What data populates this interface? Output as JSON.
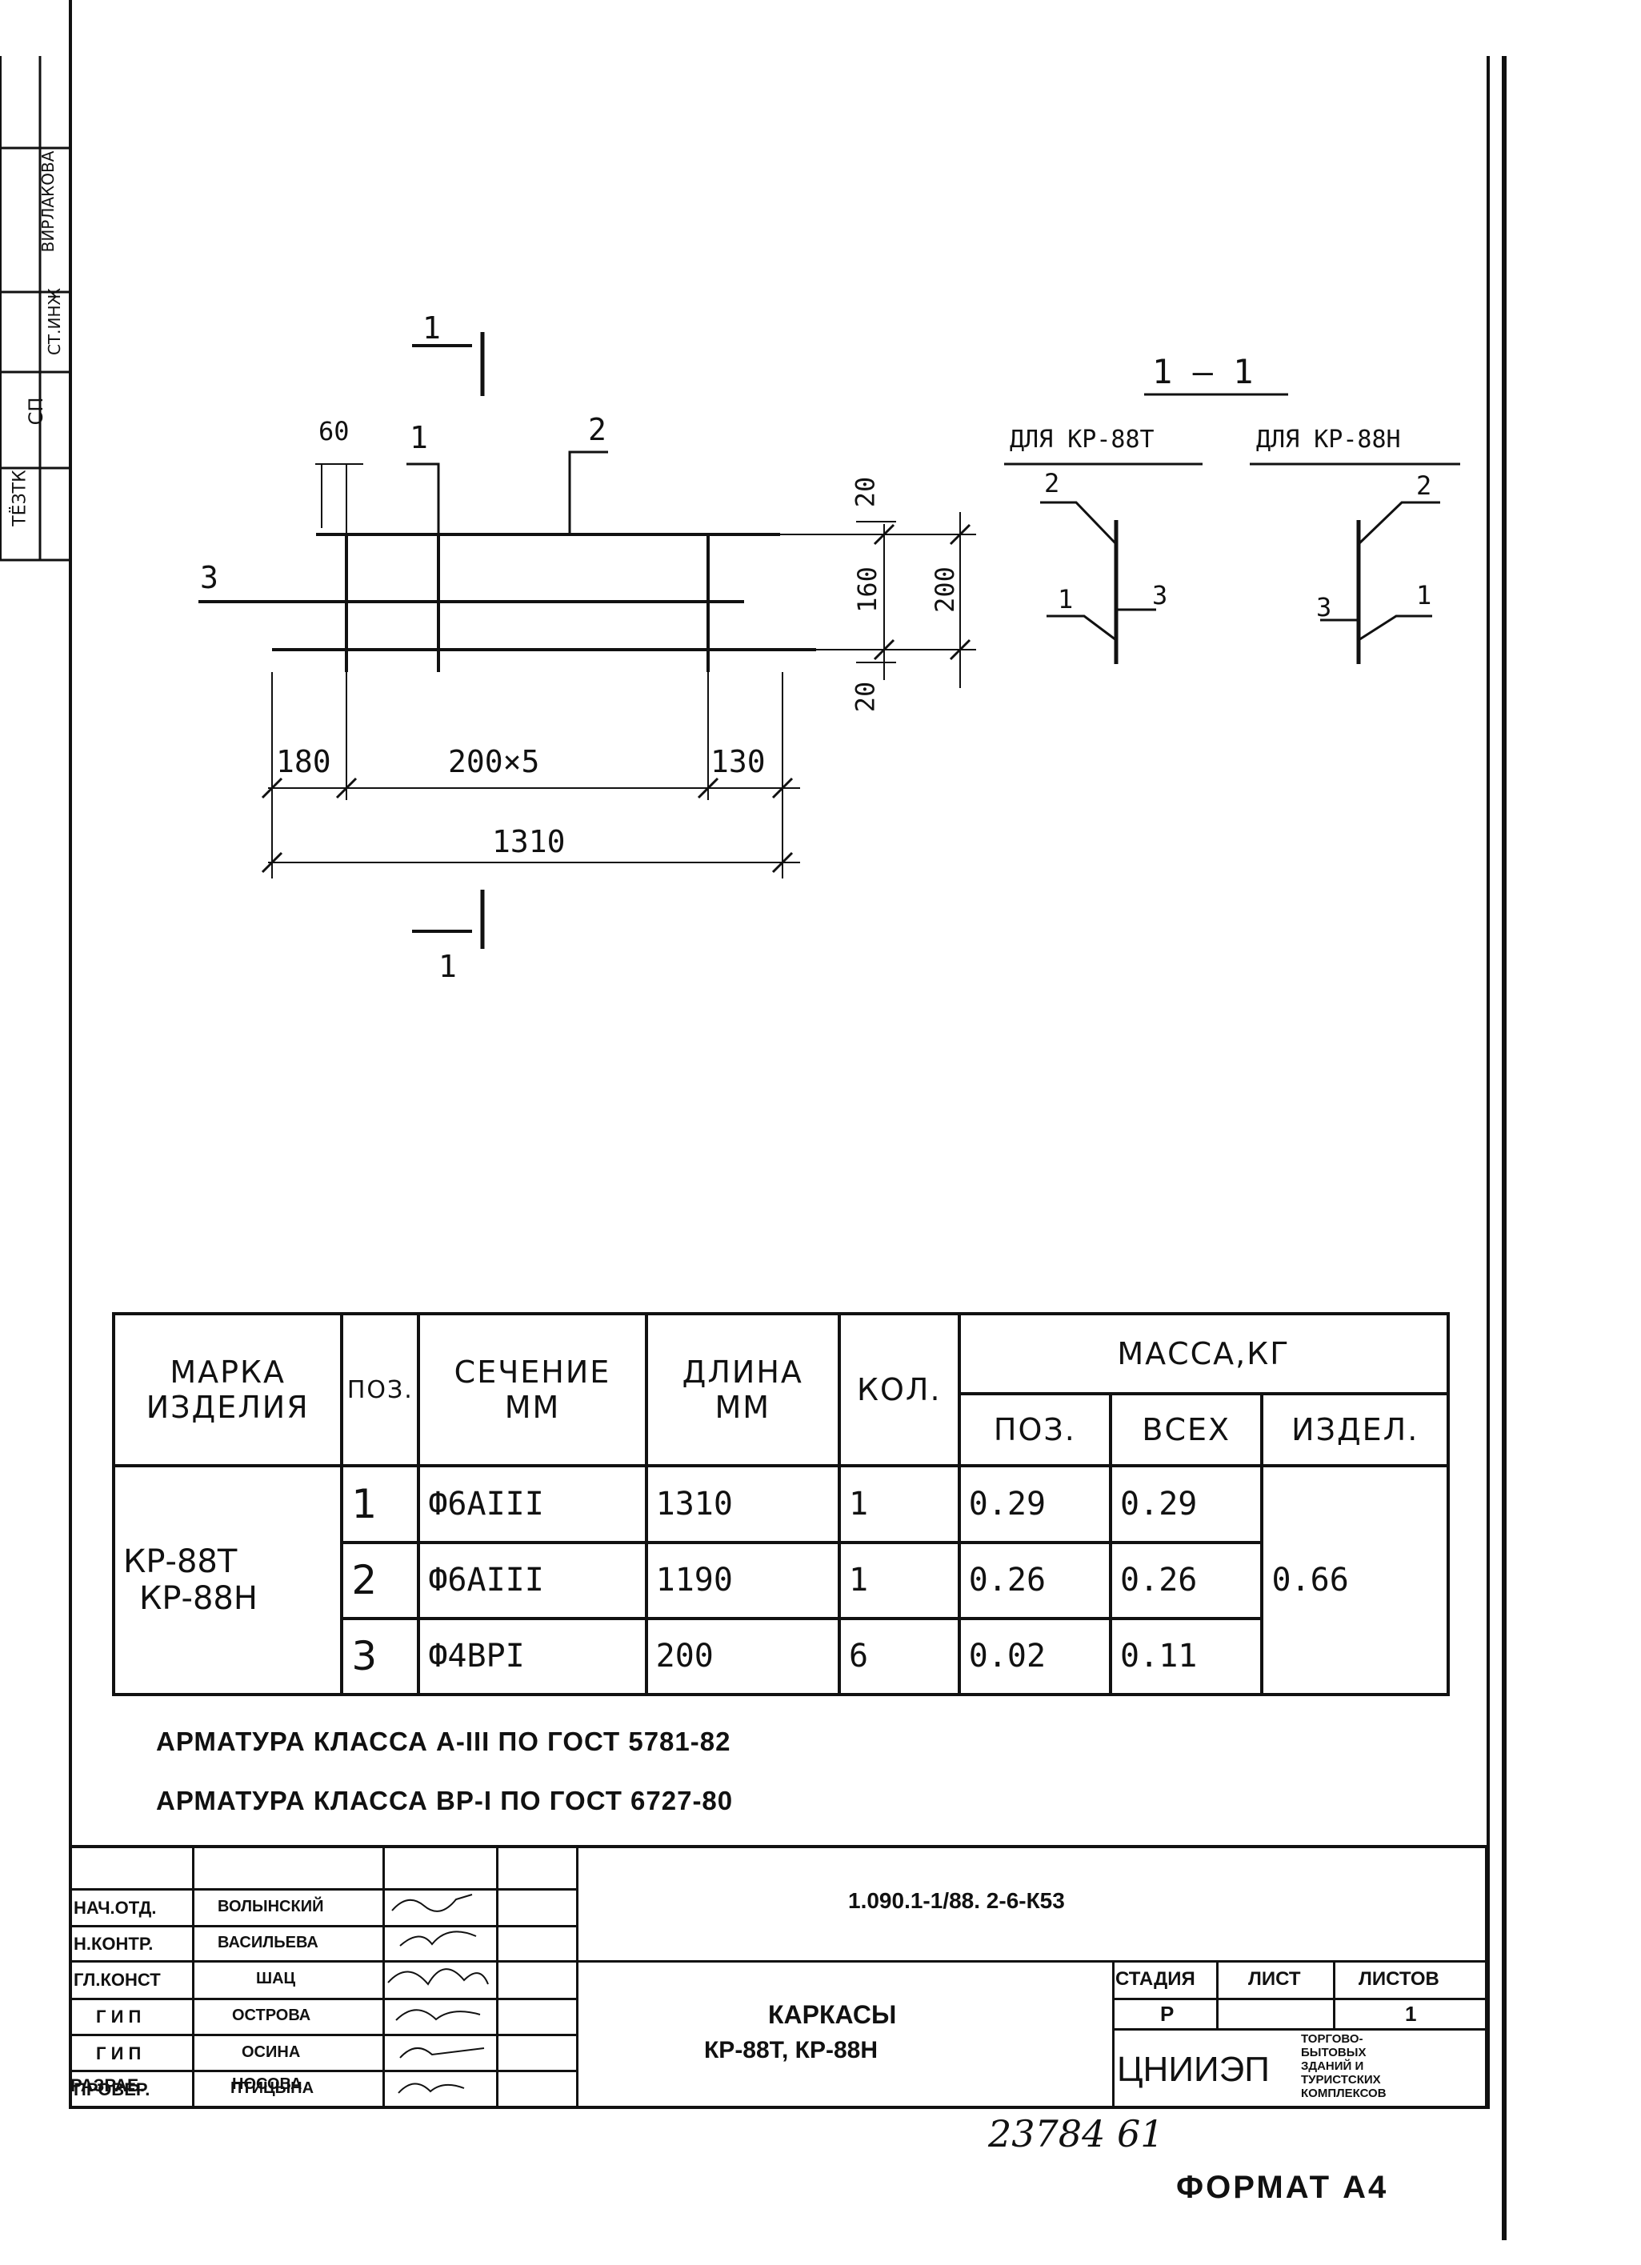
{
  "margin_stamp": {
    "cells": [
      "ТЁЗТК",
      "СП",
      "СТ.ИНЖ",
      "ВИРЛАКОВА"
    ]
  },
  "drawing": {
    "section_mark_top": "1",
    "section_mark_bottom": "1",
    "pos_labels": {
      "p1": "1",
      "p2": "2",
      "p3": "3"
    },
    "dims": {
      "d60": "60",
      "d180": "180",
      "d200x5": "200×5",
      "d130": "130",
      "d1310": "1310",
      "v20a": "20",
      "v160": "160",
      "v200": "200",
      "v20b": "20"
    },
    "section": {
      "title": "1 — 1",
      "left_caption": "ДЛЯ КР-88Т",
      "right_caption": "ДЛЯ КР-88Н",
      "l2": "2",
      "l1": "1",
      "l3": "3",
      "r2": "2",
      "r3": "3",
      "r1": "1"
    }
  },
  "spec_table": {
    "headers": {
      "mark": "МАРКА ИЗДЕЛИЯ",
      "pos": "ПОЗ.",
      "section": "СЕЧЕНИЕ ММ",
      "length": "ДЛИНА ММ",
      "qty": "КОЛ.",
      "mass": "МАССА,КГ",
      "mass_pos": "ПОЗ.",
      "mass_all": "ВСЕХ",
      "mass_item": "ИЗДЕЛ."
    },
    "mark_1": "КР-88Т",
    "mark_2": "КР-88Н",
    "rows": [
      {
        "pos": "1",
        "section": "Ф6АIII",
        "length": "1310",
        "qty": "1",
        "mass_pos": "0.29",
        "mass_all": "0.29"
      },
      {
        "pos": "2",
        "section": "Ф6АIII",
        "length": "1190",
        "qty": "1",
        "mass_pos": "0.26",
        "mass_all": "0.26"
      },
      {
        "pos": "3",
        "section": "Ф4ВРI",
        "length": "200",
        "qty": "6",
        "mass_pos": "0.02",
        "mass_all": "0.11"
      }
    ],
    "mass_item": "0.66"
  },
  "notes": [
    "АРМАТУРА КЛАССА А-III ПО ГОСТ 5781-82",
    "АРМАТУРА КЛАССА ВР-I ПО ГОСТ 6727-80"
  ],
  "title_block": {
    "roles": [
      {
        "role": "НАЧ.ОТД.",
        "name": "ВОЛЫНСКИЙ"
      },
      {
        "role": "Н.КОНТР.",
        "name": "ВАСИЛЬЕВА"
      },
      {
        "role": "ГЛ.КОНСТ",
        "name": "ШАЦ"
      },
      {
        "role": "Г И П",
        "name": "ОСТРОВА"
      },
      {
        "role": "Г И П",
        "name": "ОСИНА"
      },
      {
        "role": "ПРОВЕР.",
        "name": "ПТИЦЫНА"
      },
      {
        "role": "РАЗРАБ.",
        "name": "НОСОВА"
      }
    ],
    "code": "1.090.1-1/88. 2-6-К53",
    "name_line1": "КАРКАСЫ",
    "name_line2": "КР-88Т, КР-88Н",
    "stage_label": "СТАДИЯ",
    "sheet_label": "ЛИСТ",
    "sheets_label": "ЛИСТОВ",
    "stage": "Р",
    "sheet": "",
    "sheets": "1",
    "org": "ЦНИИЭП",
    "org_sub": [
      "ТОРГОВО-",
      "БЫТОВЫХ",
      "ЗДАНИЙ И",
      "ТУРИСТСКИХ",
      "КОМПЛЕКСОВ"
    ]
  },
  "footer": {
    "number": "23784 61",
    "format": "ФОРМАТ А4"
  }
}
